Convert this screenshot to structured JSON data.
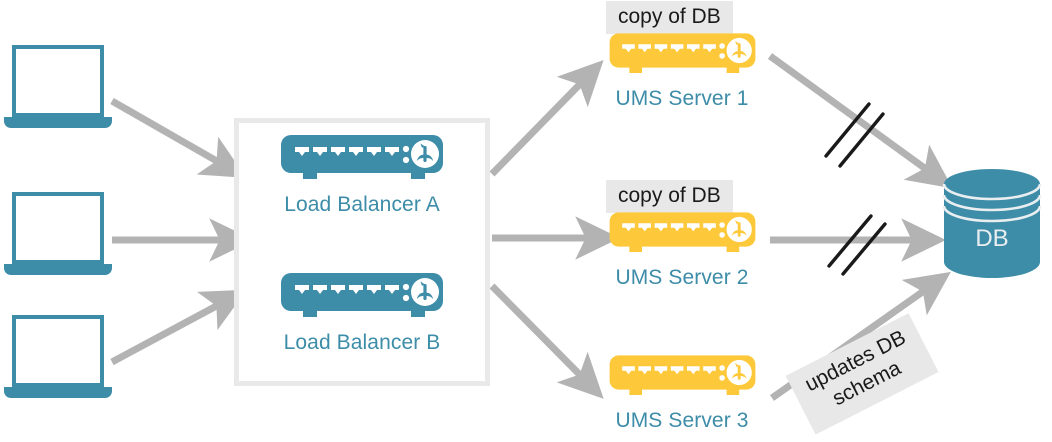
{
  "diagram": {
    "title": "UMS load-balanced deployment with shared database",
    "colors": {
      "teal": "#3d8ca8",
      "yellow": "#fdc93a",
      "connector_gray": "#b3b3b3",
      "tag_gray": "#e8e8e8",
      "box_border_gray": "#e9e9e9",
      "break_mark_black": "#1a1a1a"
    }
  },
  "clients": [
    {
      "name": "client-laptop-1"
    },
    {
      "name": "client-laptop-2"
    },
    {
      "name": "client-laptop-3"
    }
  ],
  "load_balancers": {
    "group_name": "load-balancer-group",
    "items": [
      {
        "label": "Load Balancer A",
        "icon": "server-appliance-icon"
      },
      {
        "label": "Load Balancer B",
        "icon": "server-appliance-icon"
      }
    ]
  },
  "ums_servers": [
    {
      "label": "UMS Server 1",
      "icon": "server-appliance-icon",
      "tag": "copy of DB"
    },
    {
      "label": "UMS Server 2",
      "icon": "server-appliance-icon",
      "tag": "copy of DB"
    },
    {
      "label": "UMS Server 3",
      "icon": "server-appliance-icon",
      "tag": null
    }
  ],
  "database": {
    "label": "DB",
    "icon": "database-cylinder-icon"
  },
  "annotations": {
    "updates_db_schema_line1": "updates DB",
    "updates_db_schema_line2": "schema"
  },
  "edges": [
    {
      "name": "edge-client1-to-lb",
      "from": "client-laptop-1",
      "to": "load-balancer-group",
      "break_mark": false
    },
    {
      "name": "edge-client2-to-lb",
      "from": "client-laptop-2",
      "to": "load-balancer-group",
      "break_mark": false
    },
    {
      "name": "edge-client3-to-lb",
      "from": "client-laptop-3",
      "to": "load-balancer-group",
      "break_mark": false
    },
    {
      "name": "edge-lb-to-server1",
      "from": "load-balancer-group",
      "to": "UMS Server 1",
      "break_mark": false
    },
    {
      "name": "edge-lb-to-server2",
      "from": "load-balancer-group",
      "to": "UMS Server 2",
      "break_mark": false
    },
    {
      "name": "edge-lb-to-server3",
      "from": "load-balancer-group",
      "to": "UMS Server 3",
      "break_mark": false
    },
    {
      "name": "edge-server1-to-db",
      "from": "UMS Server 1",
      "to": "DB",
      "break_mark": true
    },
    {
      "name": "edge-server2-to-db",
      "from": "UMS Server 2",
      "to": "DB",
      "break_mark": true
    },
    {
      "name": "edge-server3-to-db",
      "from": "UMS Server 3",
      "to": "DB",
      "break_mark": false
    }
  ]
}
